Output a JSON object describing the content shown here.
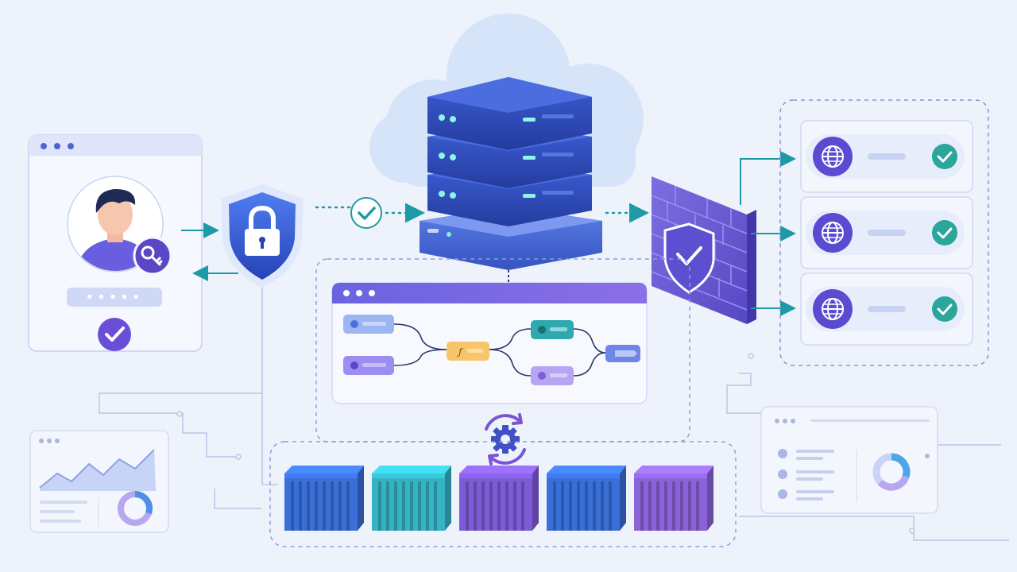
{
  "diagram": {
    "kind": "cloud-architecture-illustration",
    "text_labels": [],
    "login_panel": {
      "password_mask": "•••••",
      "icons": [
        "user-avatar-icon",
        "key-icon",
        "check-circle-icon"
      ]
    },
    "gateway": {
      "icon": "shield-lock-icon"
    },
    "server": {
      "rack_units": 3,
      "icon": "server-stack-icon"
    },
    "firewall": {
      "icon": "brick-wall-shield-icon"
    },
    "endpoints": [
      {
        "icon": "globe-icon",
        "status": "check"
      },
      {
        "icon": "globe-icon",
        "status": "check"
      },
      {
        "icon": "globe-icon",
        "status": "check"
      }
    ],
    "workflow": {
      "function_symbol": "ƒ",
      "nodes": [
        "input-1",
        "input-2",
        "function",
        "branch-1",
        "branch-2",
        "output"
      ]
    },
    "containers": [
      {
        "color": "#3a6fd8"
      },
      {
        "color": "#35b3c4"
      },
      {
        "color": "#7e5bd6"
      },
      {
        "color": "#3a6fd8"
      },
      {
        "color": "#8a63d9"
      }
    ],
    "colors": {
      "background": "#eef3fb",
      "primary_blue": "#2f4fb8",
      "purple": "#6f55d6",
      "teal": "#1e9aa6",
      "green_check": "#2aa69a"
    }
  }
}
